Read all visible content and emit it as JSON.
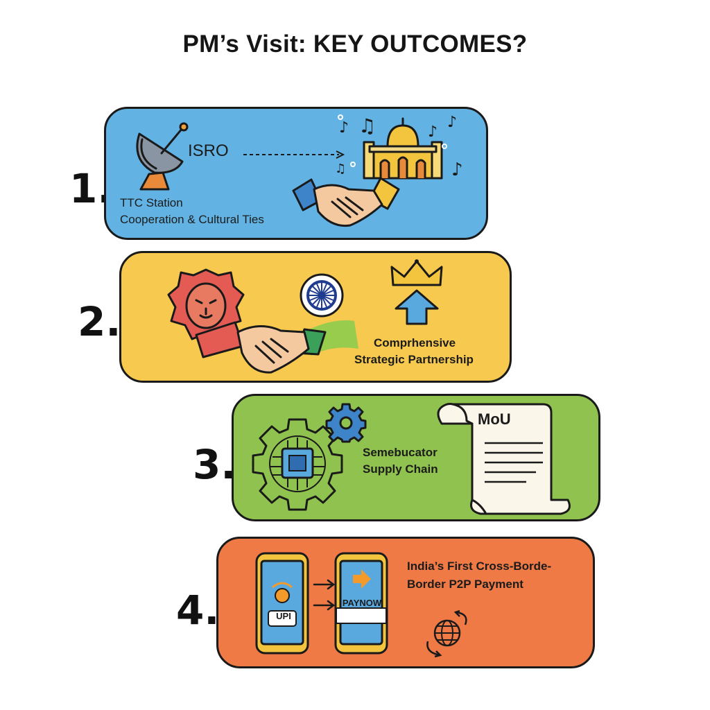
{
  "title": "PM’s Visit: KEY OUTCOMES?",
  "colors": {
    "card1": "#62b3e3",
    "card2": "#f7c94f",
    "card3": "#8fc24e",
    "card4": "#ef7a45"
  },
  "items": [
    {
      "number": "1.",
      "isro_label": "ISRO",
      "line1": "TTC Station",
      "line2": "Cooperation & Cultural Ties",
      "icons": [
        "satellite-dish-icon",
        "temple-icon",
        "music-notes-icon",
        "handshake-icon"
      ]
    },
    {
      "number": "2.",
      "line1": "Comprhensive",
      "line2": "Strategic Partnership",
      "icons": [
        "lion-icon",
        "ashoka-chakra-icon",
        "crown-icon",
        "up-arrow-icon",
        "handshake-icon"
      ]
    },
    {
      "number": "3.",
      "line1": "Semebucator",
      "line2": "Supply Chain",
      "mou_label": "MoU",
      "icons": [
        "chip-gear-icon",
        "gear-icon",
        "scroll-icon"
      ]
    },
    {
      "number": "4.",
      "line1": "India’s First Cross-Borde-",
      "line2": "Border P2P Payment",
      "upi_label": "UPI",
      "paynow_label": "PAYNOW",
      "icons": [
        "phone-icon",
        "globe-icon",
        "arrow-icon"
      ]
    }
  ]
}
